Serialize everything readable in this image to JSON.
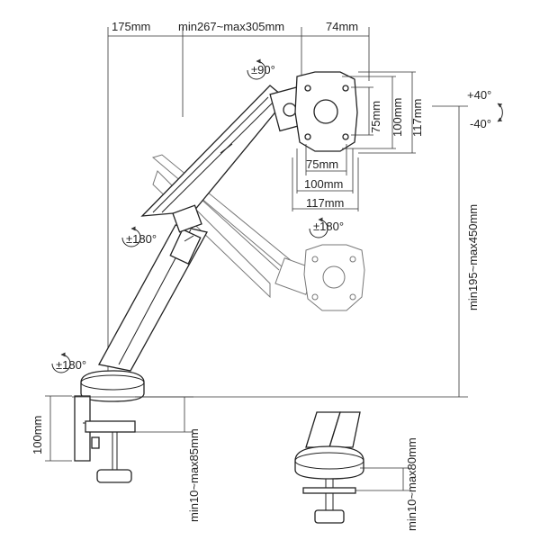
{
  "labels": {
    "top_a": "175mm",
    "top_b": "min267~max305mm",
    "top_c": "74mm",
    "rot_head": "±90°",
    "rot_head2": "±180°",
    "rot_mid": "±180°",
    "rot_base": "±180°",
    "tilt_up": "+40°",
    "tilt_down": "-40°",
    "vesa_v1": "75mm",
    "vesa_v2": "100mm",
    "vesa_v3": "117mm",
    "vesa_h1": "75mm",
    "vesa_h2": "100mm",
    "vesa_h3": "117mm",
    "height_range": "min195~max450mm",
    "clamp_height": "100mm",
    "clamp_range": "min10~max85mm",
    "grommet_range": "min10~max80mm"
  }
}
